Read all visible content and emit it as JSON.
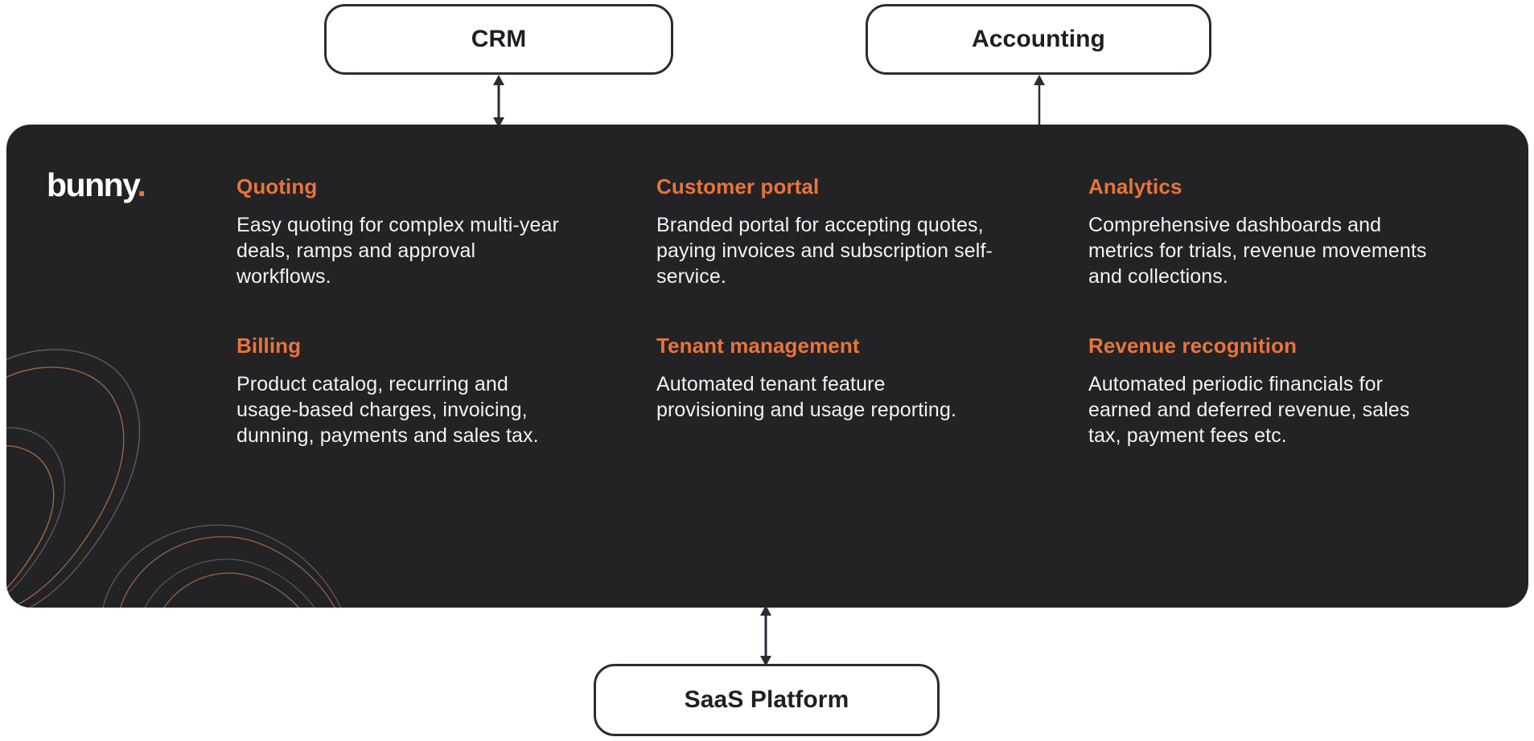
{
  "colors": {
    "panel_background": "#232325",
    "accent_orange": "#e8743b",
    "box_border": "#2b2c33",
    "body_text": "#f2f2f2",
    "page_background": "#ffffff"
  },
  "logo": {
    "text": "bunny",
    "dot": "."
  },
  "external_systems": {
    "crm": {
      "label": "CRM",
      "connector": "bidirectional-arrow"
    },
    "accounting": {
      "label": "Accounting",
      "connector": "up-arrow"
    },
    "saas_platform": {
      "label": "SaaS Platform",
      "connector": "bidirectional-arrow"
    }
  },
  "features": [
    {
      "title": "Quoting",
      "description": "Easy quoting for complex multi-year deals, ramps and approval workflows."
    },
    {
      "title": "Customer portal",
      "description": "Branded portal for accepting quotes, paying invoices and subscription self-service."
    },
    {
      "title": "Analytics",
      "description": "Comprehensive dashboards and metrics for trials, revenue movements and collections."
    },
    {
      "title": "Billing",
      "description": "Product catalog, recurring and usage-based charges, invoicing, dunning, payments and sales tax."
    },
    {
      "title": "Tenant management",
      "description": "Automated tenant feature provisioning and usage reporting."
    },
    {
      "title": "Revenue recognition",
      "description": "Automated periodic financials for earned and deferred revenue, sales tax, payment fees etc."
    }
  ]
}
